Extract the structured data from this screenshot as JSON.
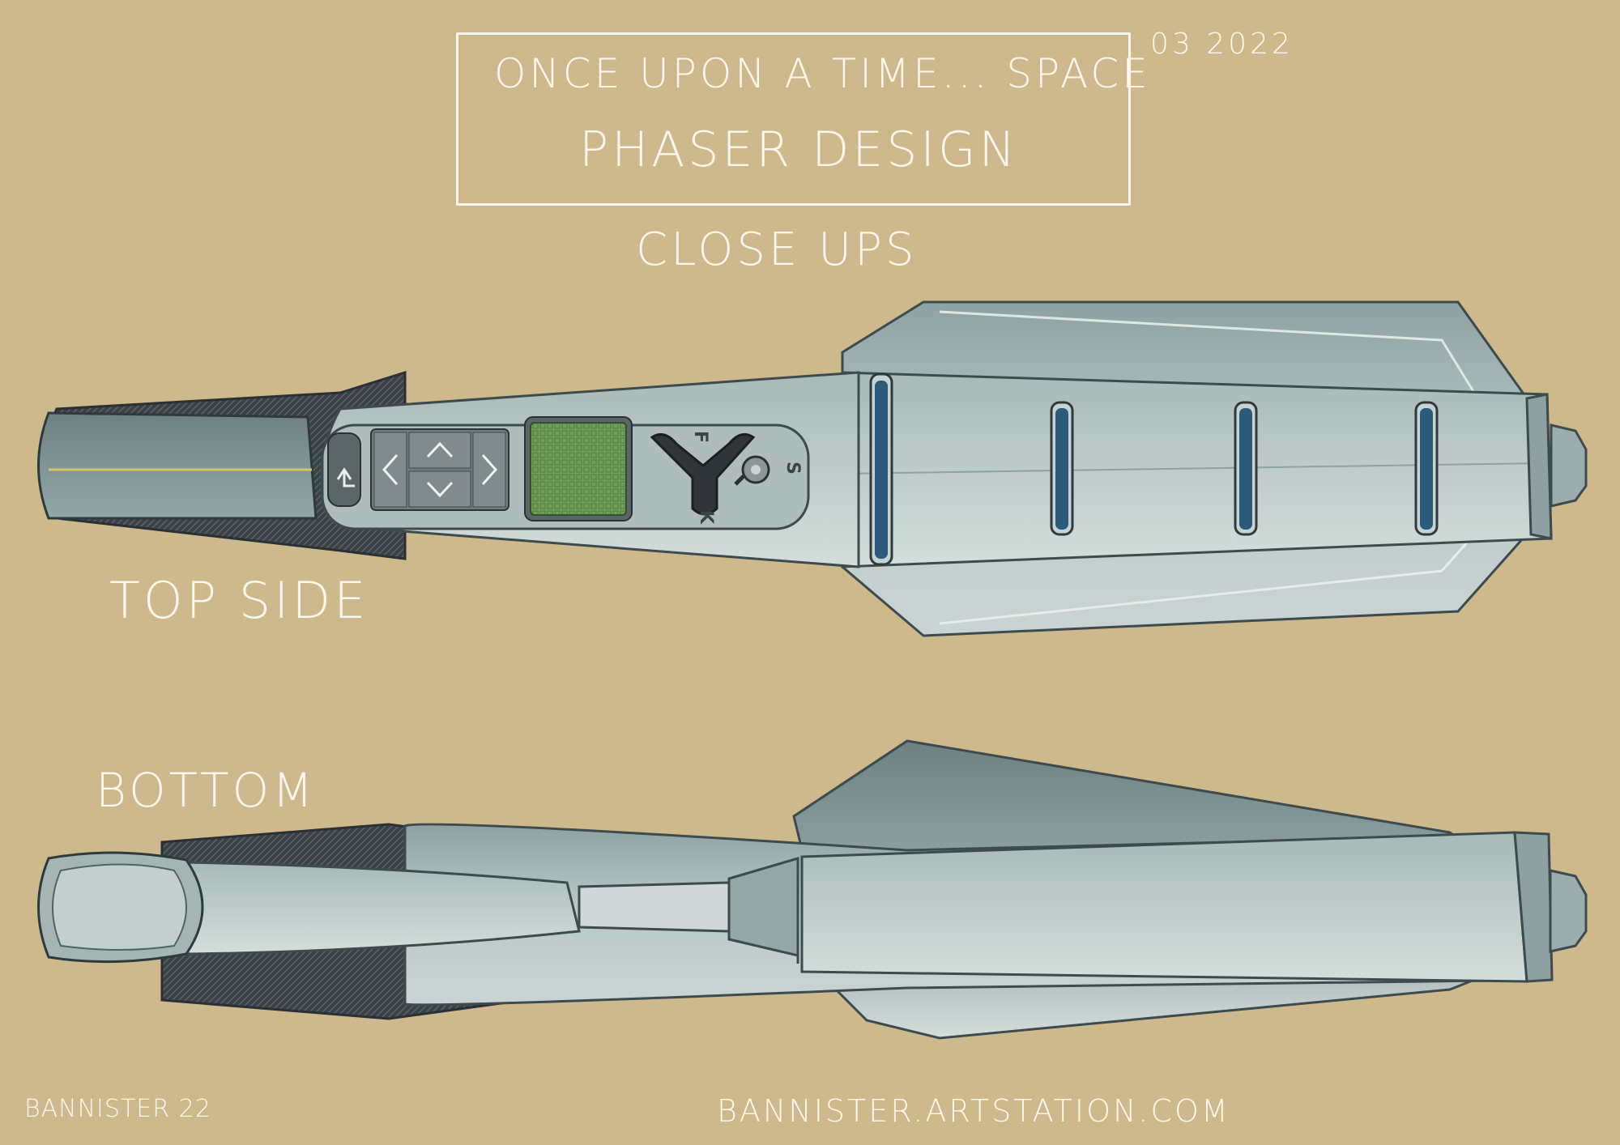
{
  "header": {
    "title_line1": "ONCE UPON A TIME... SPACE",
    "title_line2": "PHASER DESIGN",
    "subtitle": "CLOSE UPS",
    "date": "03 2022"
  },
  "views": {
    "top_label": "TOP SIDE",
    "bottom_label": "BOTTOM"
  },
  "controls": {
    "mode_letters": [
      "F",
      "S",
      "K"
    ]
  },
  "footer": {
    "signature": "BANNISTER 22",
    "website": "BANNISTER.ARTSTATION.COM"
  },
  "colors": {
    "background": "#cdb98c",
    "body_metal": "#a8b8b8",
    "body_dark": "#7f9193",
    "grip": "#3d4448",
    "screen": "#6fa05a",
    "slot_glow": "#2c5a7a",
    "ink": "#fbf8ef"
  },
  "icons": [
    "back-arrow-icon",
    "chevron-left-icon",
    "chevron-up-icon",
    "chevron-down-icon",
    "chevron-right-icon",
    "y-selector-icon"
  ]
}
